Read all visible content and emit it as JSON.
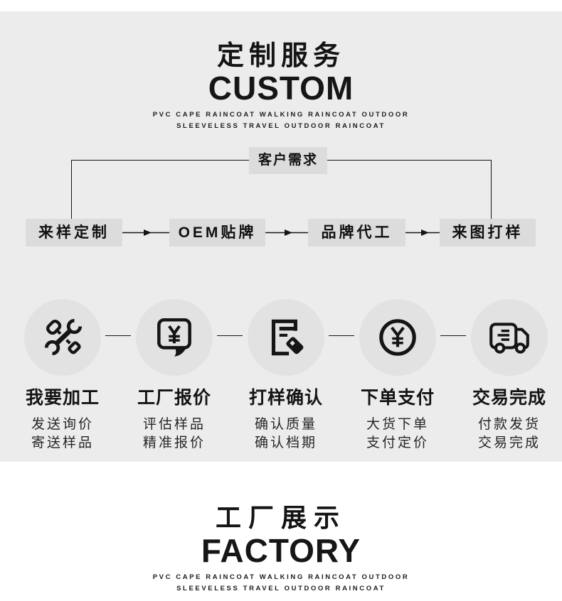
{
  "colors": {
    "band_bg": "#ececec",
    "node_bg": "#dcdcdc",
    "circle_bg": "#e2e2e2",
    "ink": "#151515"
  },
  "custom": {
    "title_cn": "定制服务",
    "title_en": "CUSTOM",
    "tagline1": "PVC CAPE RAINCOAT WALKING RAINCOAT OUTDOOR",
    "tagline2": "SLEEVELESS TRAVEL OUTDOOR RAINCOAT"
  },
  "flow": {
    "root": "客户需求",
    "nodes": [
      "来样定制",
      "OEM贴牌",
      "品牌代工",
      "来图打样"
    ]
  },
  "steps": [
    {
      "icon": "tools-icon",
      "title": "我要加工",
      "line1": "发送询价",
      "line2": "寄送样品"
    },
    {
      "icon": "quote-bubble-icon",
      "title": "工厂报价",
      "line1": "评估样品",
      "line2": "精准报价"
    },
    {
      "icon": "sample-doc-tag-icon",
      "title": "打样确认",
      "line1": "确认质量",
      "line2": "确认档期"
    },
    {
      "icon": "yen-coin-icon",
      "title": "下单支付",
      "line1": "大货下单",
      "line2": "支付定价"
    },
    {
      "icon": "delivery-truck-icon",
      "title": "交易完成",
      "line1": "付款发货",
      "line2": "交易完成"
    }
  ],
  "factory": {
    "title_cn": "工厂展示",
    "title_en": "FACTORY",
    "tagline1": "PVC CAPE RAINCOAT WALKING RAINCOAT OUTDOOR",
    "tagline2": "SLEEVELESS TRAVEL OUTDOOR RAINCOAT"
  }
}
